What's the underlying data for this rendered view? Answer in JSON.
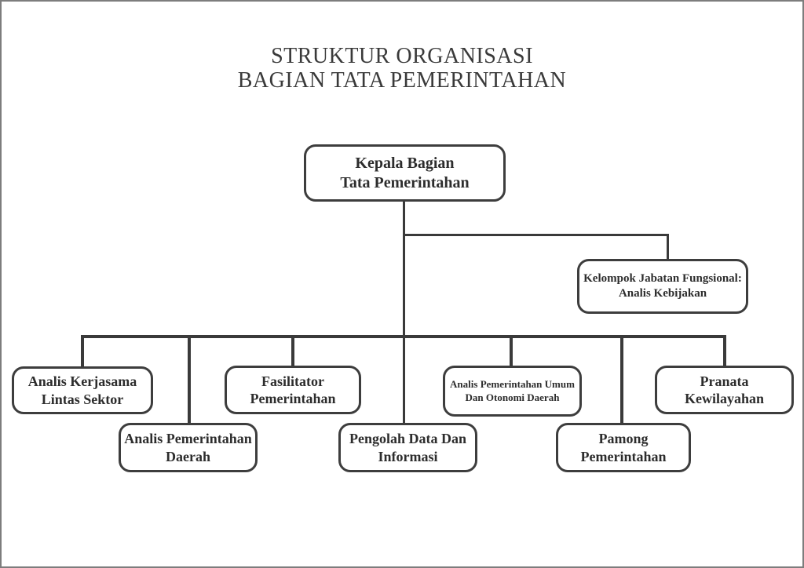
{
  "title": {
    "line1": "STRUKTUR ORGANISASI",
    "line2": "BAGIAN TATA PEMERINTAHAN"
  },
  "nodes": {
    "kepala": {
      "line1": "Kepala Bagian",
      "line2": "Tata Pemerintahan"
    },
    "kelompok": {
      "line1": "Kelompok Jabatan Fungsional:",
      "line2": "Analis Kebijakan"
    },
    "kerjasama": {
      "line1": "Analis Kerjasama",
      "line2": "Lintas Sektor"
    },
    "daerah": {
      "line1": "Analis Pemerintahan",
      "line2": "Daerah"
    },
    "fasilitator": {
      "line1": "Fasilitator",
      "line2": "Pemerintahan"
    },
    "pengolah": {
      "line1": "Pengolah Data Dan",
      "line2": "Informasi"
    },
    "umum": {
      "line1": "Analis Pemerintahan Umum",
      "line2": "Dan Otonomi Daerah"
    },
    "pamong": {
      "line1": "Pamong",
      "line2": "Pemerintahan"
    },
    "pranata": {
      "line1": "Pranata",
      "line2": "Kewilayahan"
    }
  },
  "hierarchy": {
    "root": "Kepala Bagian Tata Pemerintahan",
    "staff_unit": "Kelompok Jabatan Fungsional: Analis Kebijakan",
    "subordinates": [
      "Analis Kerjasama Lintas Sektor",
      "Analis Pemerintahan Daerah",
      "Fasilitator Pemerintahan",
      "Pengolah Data Dan Informasi",
      "Analis Pemerintahan Umum Dan Otonomi Daerah",
      "Pamong Pemerintahan",
      "Pranata Kewilayahan"
    ]
  },
  "colors": {
    "background": "#ffffff",
    "line": "#3a3a3a",
    "box_border": "#3d3d3d",
    "text": "#2d2d2d",
    "page_border": "#7d7d7d"
  }
}
